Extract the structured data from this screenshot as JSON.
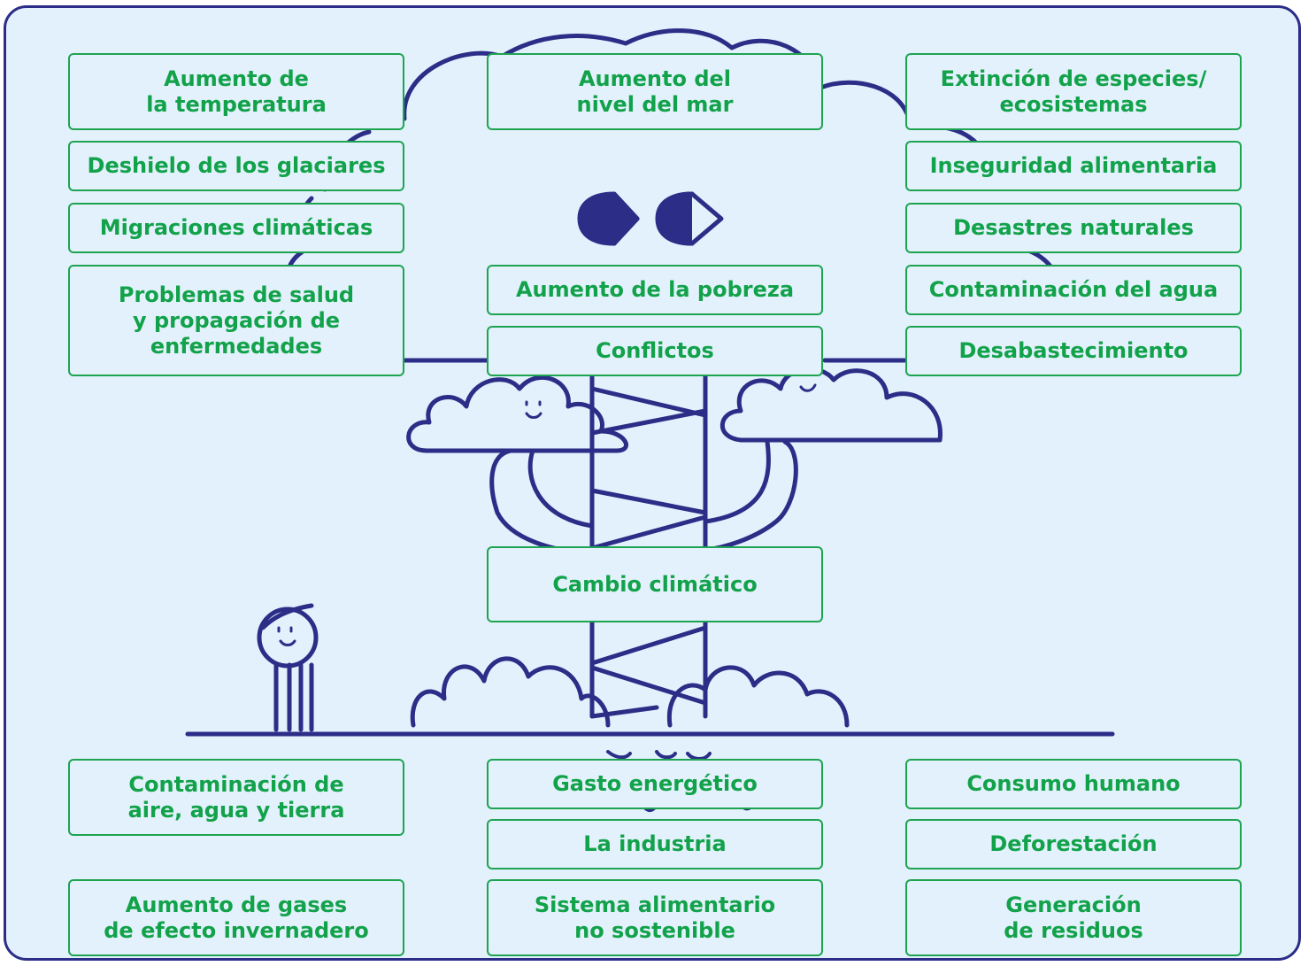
{
  "colors": {
    "background": "#e2f1fc",
    "border": "#2b2d87",
    "box_border": "#1ea451",
    "text": "#12a24a",
    "drawing": "#2b2d87"
  },
  "illustration": {
    "subject": "tree-icon",
    "figure": "person-icon"
  },
  "effects": {
    "temperatura": "Aumento de\nla temperatura",
    "nivel_mar": "Aumento del\nnivel del mar",
    "extincion": "Extinción de especies/\necosistemas",
    "glaciares": "Deshielo de los glaciares",
    "inseguridad": "Inseguridad alimentaria",
    "migraciones": "Migraciones climáticas",
    "desastres": "Desastres naturales",
    "salud": "Problemas de salud\ny propagación de\nenfermedades",
    "pobreza": "Aumento de la pobreza",
    "contaminacion_agua": "Contaminación del agua",
    "conflictos": "Conflictos",
    "desabastecimiento": "Desabastecimiento"
  },
  "center": {
    "cambio": "Cambio climático"
  },
  "causes": {
    "contaminacion": "Contaminación de\naire, agua y tierra",
    "gasto": "Gasto energético",
    "consumo": "Consumo humano",
    "industria": "La industria",
    "deforestacion": "Deforestación",
    "gases": "Aumento de gases\nde efecto invernadero",
    "sistema": "Sistema alimentario\nno sostenible",
    "residuos": "Generación\nde residuos"
  }
}
